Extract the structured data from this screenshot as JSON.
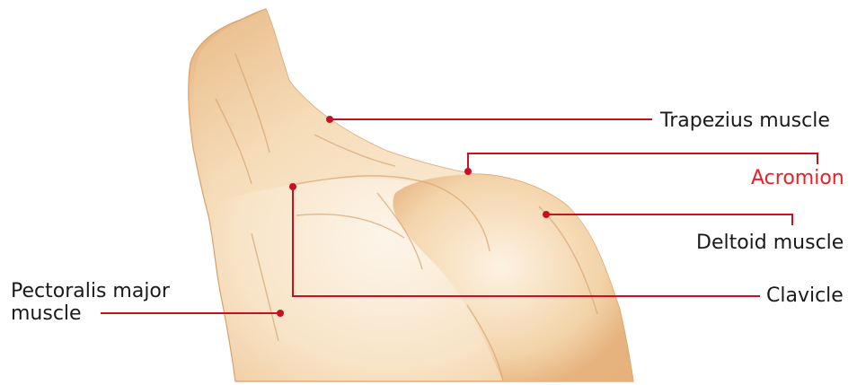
{
  "labels": {
    "trapezius": "Trapezius muscle",
    "acromion": "Acromion",
    "deltoid": "Deltoid muscle",
    "clavicle": "Clavicle",
    "pectoralis_line1": "Pectoralis major",
    "pectoralis_line2": "muscle"
  },
  "colors": {
    "leader": "#c8101e",
    "highlight_text": "#e8202a",
    "skin_light": "#fbefdc",
    "skin_mid": "#f3d6ae",
    "skin_dark": "#e0b07c",
    "edge": "#c98d55"
  }
}
